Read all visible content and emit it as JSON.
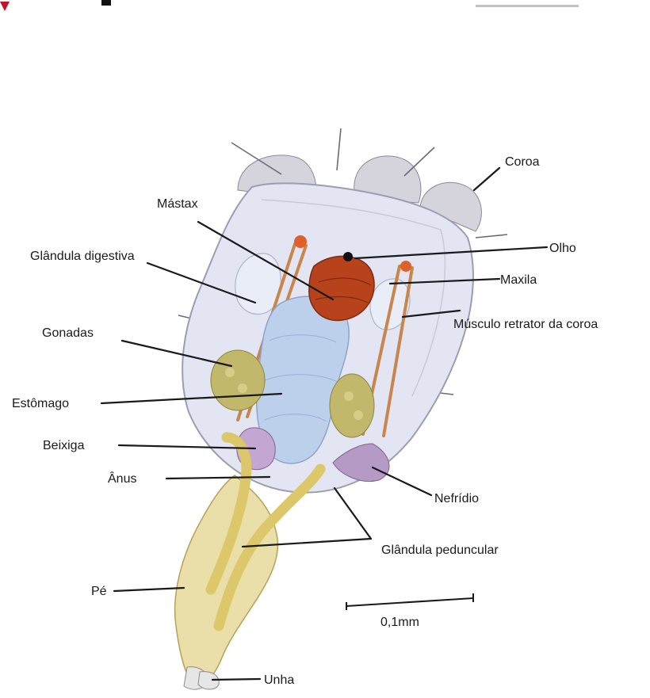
{
  "labels": {
    "coroa": "Coroa",
    "mastax": "Mástax",
    "olho": "Olho",
    "glandula_digestiva": "Glândula digestiva",
    "maxila": "Maxila",
    "musculo": "Músculo retrator da coroa",
    "gonadas": "Gonadas",
    "estomago": "Estômago",
    "beixiga": "Beixiga",
    "anus": "Ânus",
    "nefridio": "Nefrídio",
    "glandula_peduncular": "Glândula peduncular",
    "pe": "Pé",
    "unha": "Unha"
  },
  "scale_bar": {
    "label": "0,1mm"
  },
  "colors": {
    "body": "#e3e6f2",
    "stomach": "#bcd0ec",
    "mastax": "#b8421c",
    "gonads": "#c2b86c",
    "foot": "#dcc86a",
    "nephridium": "#b59ac6",
    "muscle": "#c8864c"
  }
}
